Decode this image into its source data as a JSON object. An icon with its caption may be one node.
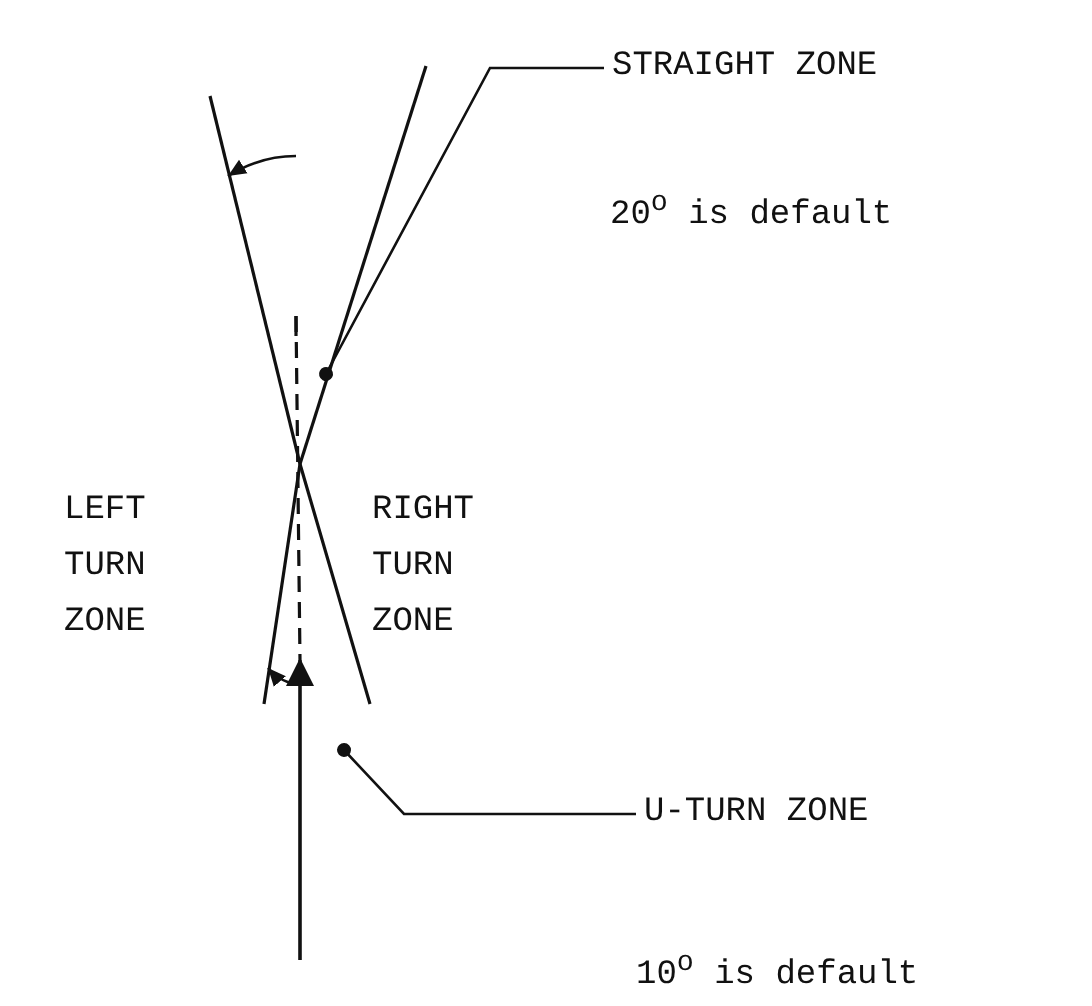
{
  "diagram": {
    "nodes": [
      {
        "text": [
          "STRAIGHT ZONE"
        ]
      },
      {
        "text": [
          "U-TURN ZONE"
        ]
      }
    ],
    "edges": [
      {
        "from": 0,
        "to": null,
        "arrow": "other"
      },
      {
        "from": 1,
        "to": null,
        "arrow": "other"
      }
    ],
    "labels": [
      "20$^{o}$ is default",
      "LEFT TURN ZONE",
      "RIGHT TURN ZONE",
      "10$^{o}$ is default"
    ]
  }
}
